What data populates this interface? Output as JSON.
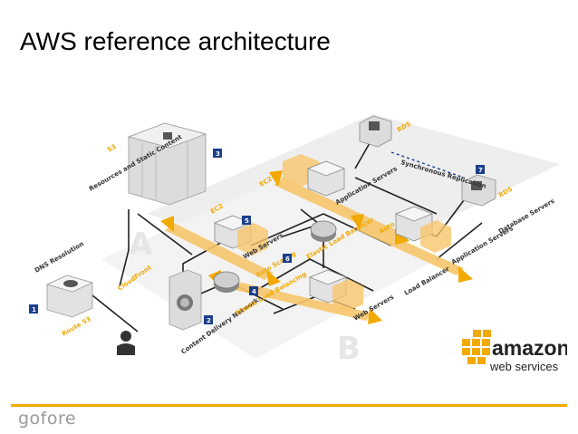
{
  "slide": {
    "title": "AWS reference architecture"
  },
  "footer": {
    "logo_text": "gofore"
  },
  "diagram": {
    "labels": {
      "dns_resolution": "DNS Resolution",
      "route53": "Route 53",
      "resources_static": "Resources and Static Content",
      "s3": "S3",
      "cloudfront": "CloudFront",
      "cdn": "Content Delivery Network",
      "elb_front": "Elastic Load Balancing",
      "web_servers_1": "Web Servers",
      "web_servers_2": "Web Servers",
      "ec2_1": "EC2",
      "ec2_2": "EC2",
      "auto_scaling_1": "Auto Scaling",
      "auto_scaling_2": "Auto Scaling",
      "app_servers_1": "Application Servers",
      "app_servers_2": "Application Servers",
      "elb_internal": "Elastic Load Balancer",
      "load_balancer": "Load Balancer",
      "rds_1": "RDS",
      "rds_2": "RDS",
      "sync_replication": "Synchronous Replication",
      "db_servers": "Database Servers"
    },
    "steps": [
      "1",
      "2",
      "3",
      "4",
      "5",
      "6",
      "7"
    ],
    "zones": [
      "A",
      "B"
    ],
    "vendor": {
      "name": "amazon",
      "tagline": "web services"
    },
    "colors": {
      "accent": "#f2a900",
      "node_fill": "#e2e2e2",
      "badge": "#1b3f8b"
    }
  }
}
